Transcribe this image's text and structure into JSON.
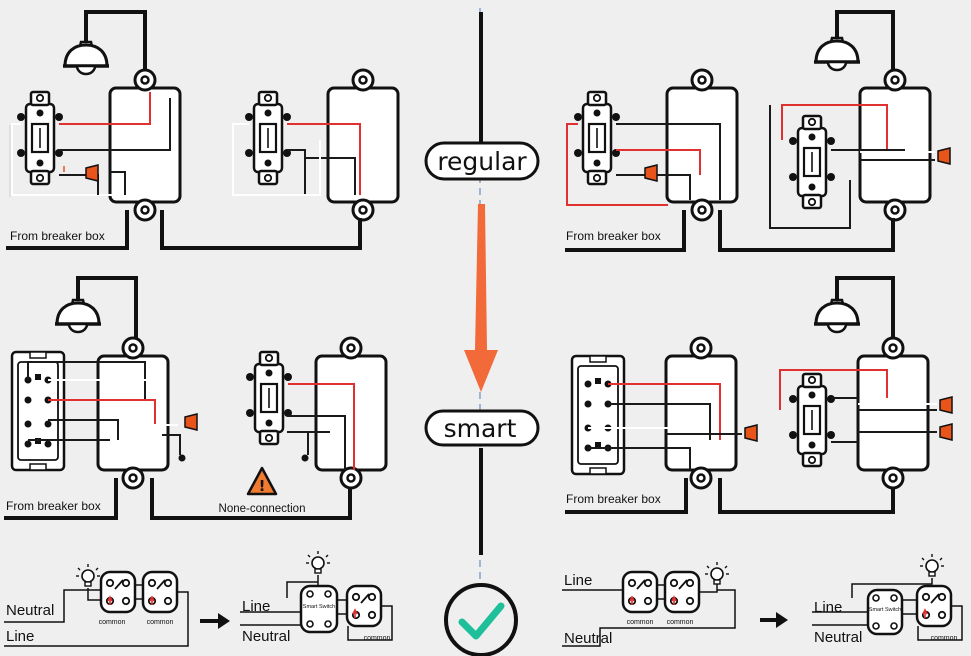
{
  "labels": {
    "regular": "regular",
    "smart": "smart",
    "from_breaker_box": "From breaker box",
    "none_connection": "None-connection",
    "neutral": "Neutral",
    "line": "Line",
    "common": "common",
    "smart_switch": "Smart Switch",
    "warning_symbol": "!"
  },
  "colors": {
    "wire_black": "#1a1a1a",
    "wire_red": "#e03030",
    "wire_white": "#ffffff",
    "nut_orange": "#e8541a",
    "arrow_orange": "#f26a3a",
    "check_green": "#1fbf9a",
    "warning_orange": "#f07a30",
    "divider_blue": "#6a8fc0",
    "background": "#efefef"
  },
  "icons": [
    "ceiling-lamp-icon",
    "wire-nut-icon",
    "warning-triangle-icon",
    "bulb-icon",
    "check-icon",
    "arrow-right-icon",
    "down-arrow-icon"
  ]
}
